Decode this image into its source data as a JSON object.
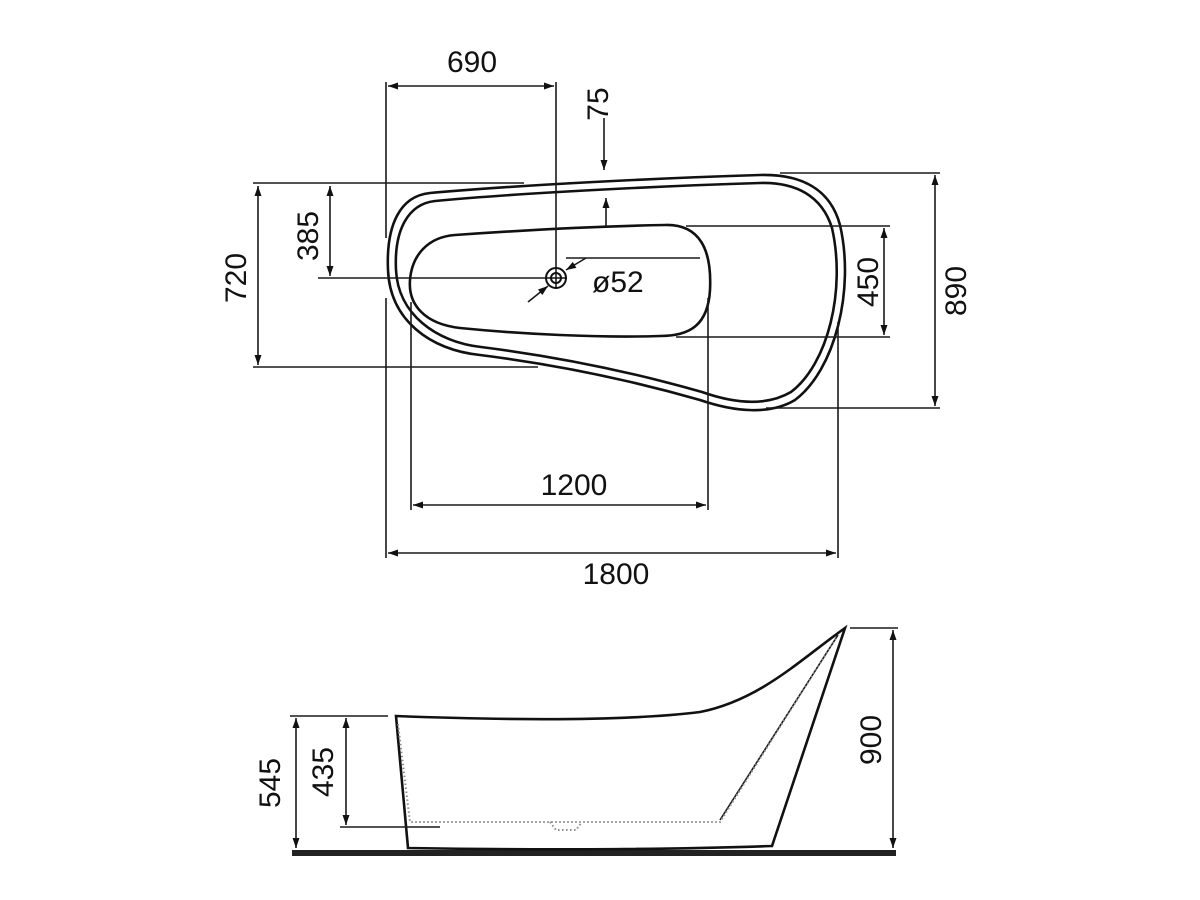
{
  "plan_view": {
    "width_top": "690",
    "rim_offset": "75",
    "drain_position": "385",
    "overall_width": "720",
    "drain_diameter": "ø52",
    "inner_width": "450",
    "overall_depth": "890",
    "inner_length": "1200",
    "overall_length": "1800"
  },
  "side_view": {
    "rim_height": "545",
    "inner_depth": "435",
    "overall_height": "900"
  },
  "colors": {
    "line": "#111111",
    "inner_line": "#9a9a9a",
    "floor": "#222222"
  }
}
